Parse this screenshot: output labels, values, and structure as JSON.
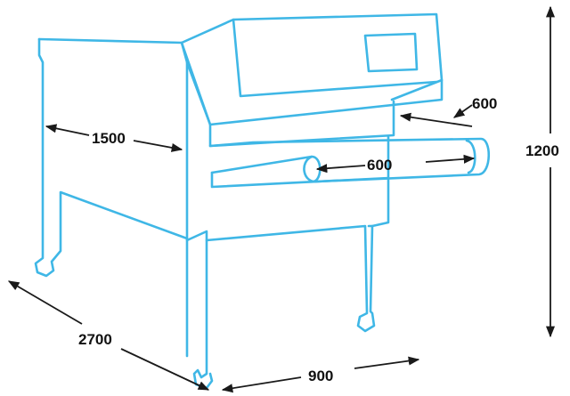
{
  "colors": {
    "machine_outline": "#3fb7e6",
    "dimension_line": "#1a1a1a",
    "background": "#ffffff"
  },
  "dimensions": {
    "depth_inner": "1500",
    "belt_width": "600",
    "belt_length": "600",
    "height": "1200",
    "length": "2700",
    "width": "900"
  }
}
